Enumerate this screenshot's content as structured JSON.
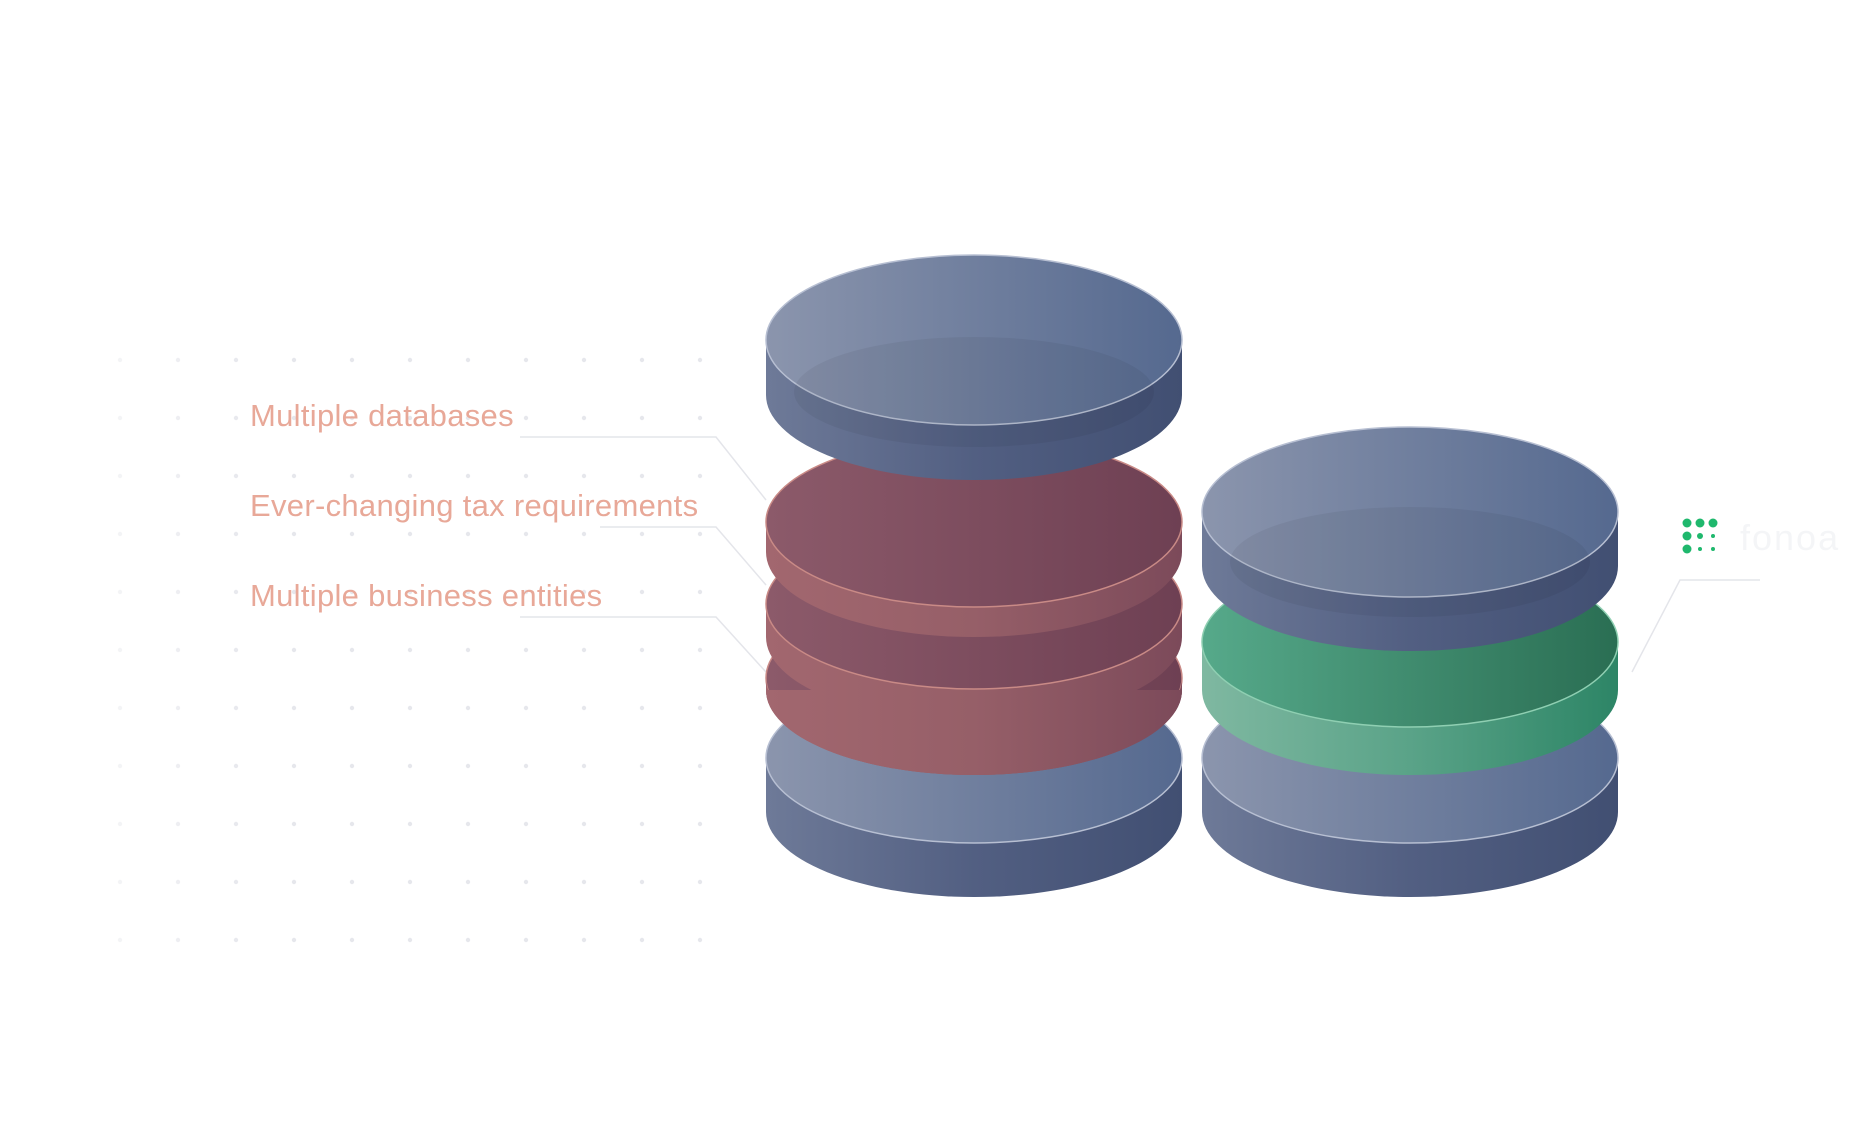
{
  "colors": {
    "problem_text": "#e8a898",
    "connector_line": "#e8e8ec",
    "dot_grid": "#e6e7ec",
    "disk_top_light": "#8b95ad",
    "disk_top_dark": "#55698f",
    "disk_side_light": "#6e7a98",
    "disk_side_dark": "#414f72",
    "red_top_light": "#8c5a6a",
    "red_top_dark": "#6e4053",
    "red_side_light": "#a2676f",
    "red_side_dark": "#7c4a5a",
    "green_top_light": "#56a98a",
    "green_top_dark": "#2a6e53",
    "green_side_light": "#7fb8a1",
    "green_side_dark": "#2d8566",
    "brand_green": "#1fb86d"
  },
  "problem_labels": [
    "Multiple databases",
    "Ever-changing tax requirements",
    "Multiple business entities"
  ],
  "brand": {
    "icon": "dot-grid-logo-icon",
    "wordmark": "fonoa"
  }
}
